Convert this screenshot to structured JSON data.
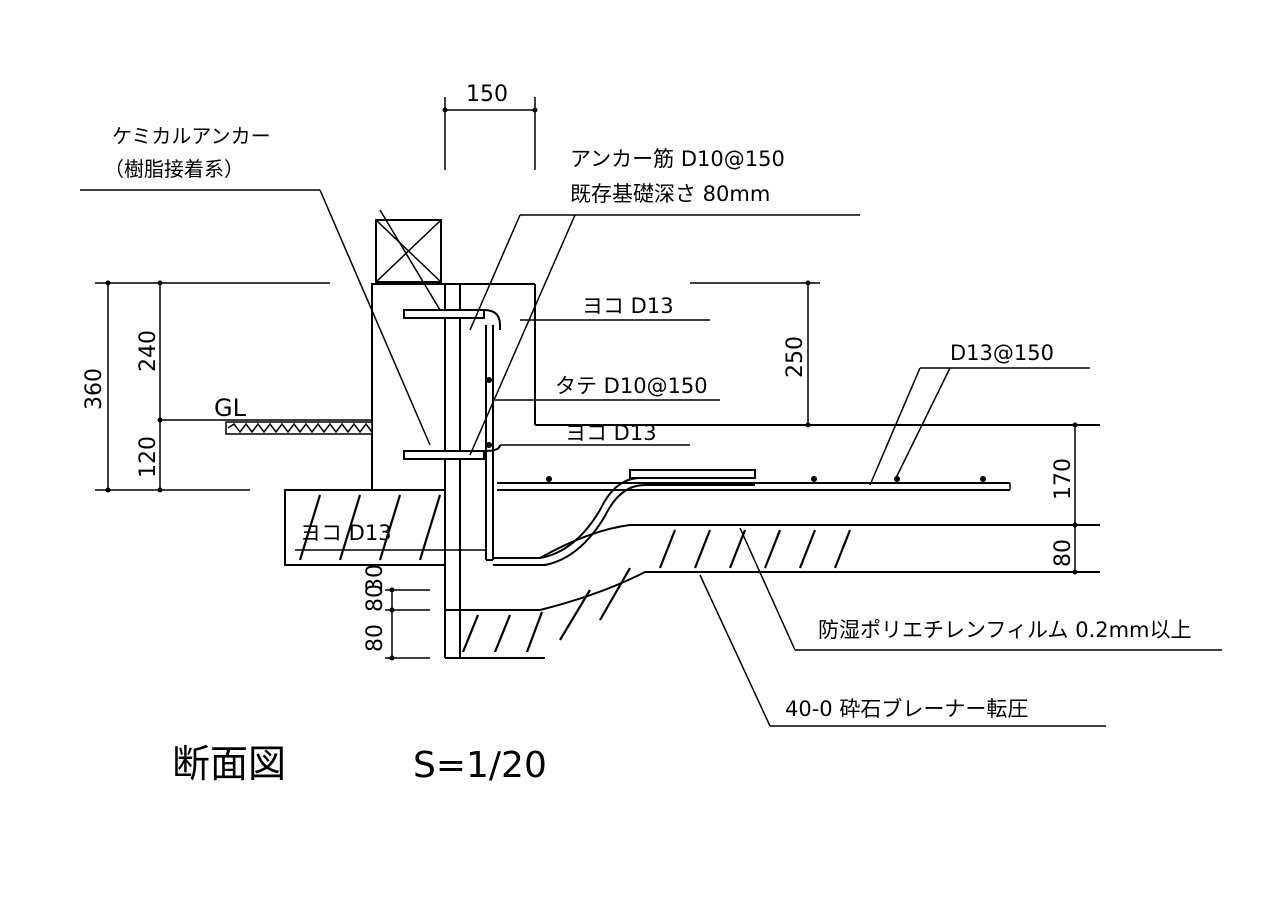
{
  "drawing": {
    "title": "断面図",
    "scale": "S=1/20"
  },
  "labels": {
    "chemical_anchor": "ケミカルアンカー",
    "resin_adhesive": "（樹脂接着系）",
    "anchor_bar": "アンカー筋 D10@150",
    "existing_depth": "既存基礎深さ 80mm",
    "horizontal_top": "ヨコ D13",
    "vertical": "タテ D10@150",
    "horizontal_mid": "ヨコ D13",
    "horizontal_footing": "ヨコ D13",
    "slab_bar": "D13@150",
    "vapor_film": "防湿ポリエチレンフィルム 0.2mm以上",
    "crushed_stone": "40-0 砕石ブレーナー転圧",
    "ground_level": "GL"
  },
  "dimensions": {
    "top_width": "150",
    "total_height": "360",
    "above_gl": "240",
    "below_gl": "120",
    "wall_above_slab": "250",
    "slab_thickness": "170",
    "stone_thickness": "80",
    "footing_30": "30",
    "footing_80_1": "80",
    "footing_80_2": "80"
  }
}
